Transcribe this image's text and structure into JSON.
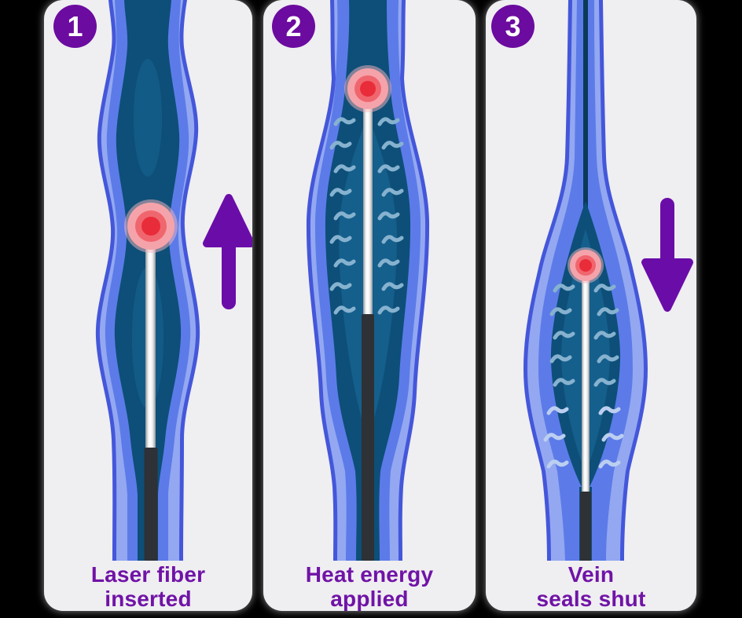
{
  "steps": [
    {
      "number": "1",
      "label_line1": "Laser fiber",
      "label_line2": "inserted",
      "arrow": "up"
    },
    {
      "number": "2",
      "label_line1": "Heat energy",
      "label_line2": "applied",
      "arrow": "none"
    },
    {
      "number": "3",
      "label_line1": "Vein",
      "label_line2": "seals shut",
      "arrow": "down"
    }
  ],
  "colors": {
    "page-bg": "#000000",
    "panel-bg": "#EFEEF1",
    "badge": "#6B0B9F",
    "badge-text": "#FFFFFF",
    "label-text": "#7013A6",
    "arrow": "#6A0DA8",
    "vein-outline": "#4457DA",
    "vein-light": "#93A8F1",
    "vein-mid": "#5C7BE9",
    "vein-dark": "#0D4F78",
    "vein-inner": "#17628F",
    "sealed-line": "#0A3A58",
    "wave": "#86B2CF",
    "wave-pale": "#BCCFF0",
    "catheter": "#2E3136",
    "ball-glow": "#F7B6BB",
    "ball-outer": "#F5A3AA",
    "ball-mid": "#F0666E",
    "ball-core": "#E92C39"
  }
}
